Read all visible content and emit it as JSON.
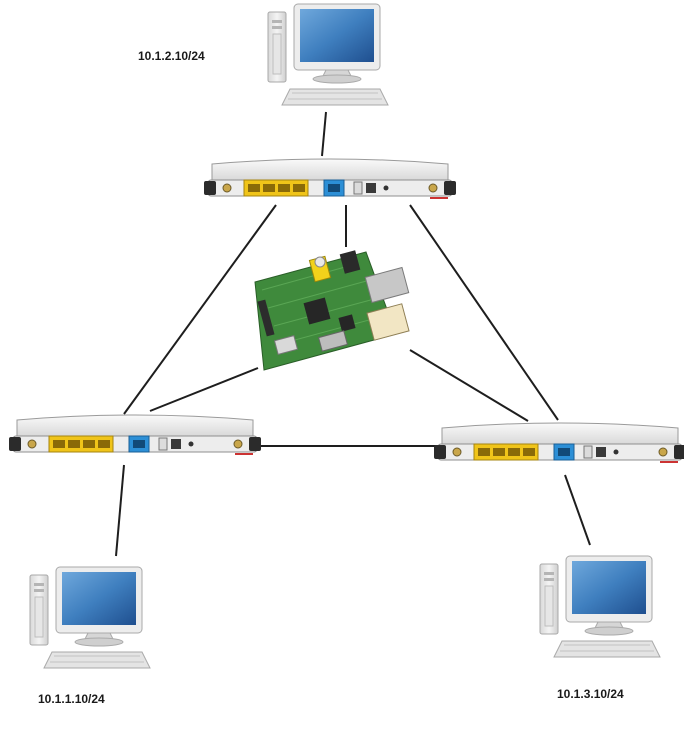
{
  "hosts": {
    "top": {
      "ip": "10.1.2.10/24"
    },
    "left": {
      "ip": "10.1.1.10/24"
    },
    "right": {
      "ip": "10.1.3.10/24"
    }
  },
  "icons": {
    "pc": "desktop-computer-icon",
    "router": "router-icon",
    "board": "raspberry-pi-board-icon"
  },
  "colors": {
    "link": "#1e1e1e",
    "screen": "#3f7fbf",
    "port_yellow": "#f0c419",
    "port_blue": "#2c8fd6",
    "board_green": "#3f8a3c"
  }
}
